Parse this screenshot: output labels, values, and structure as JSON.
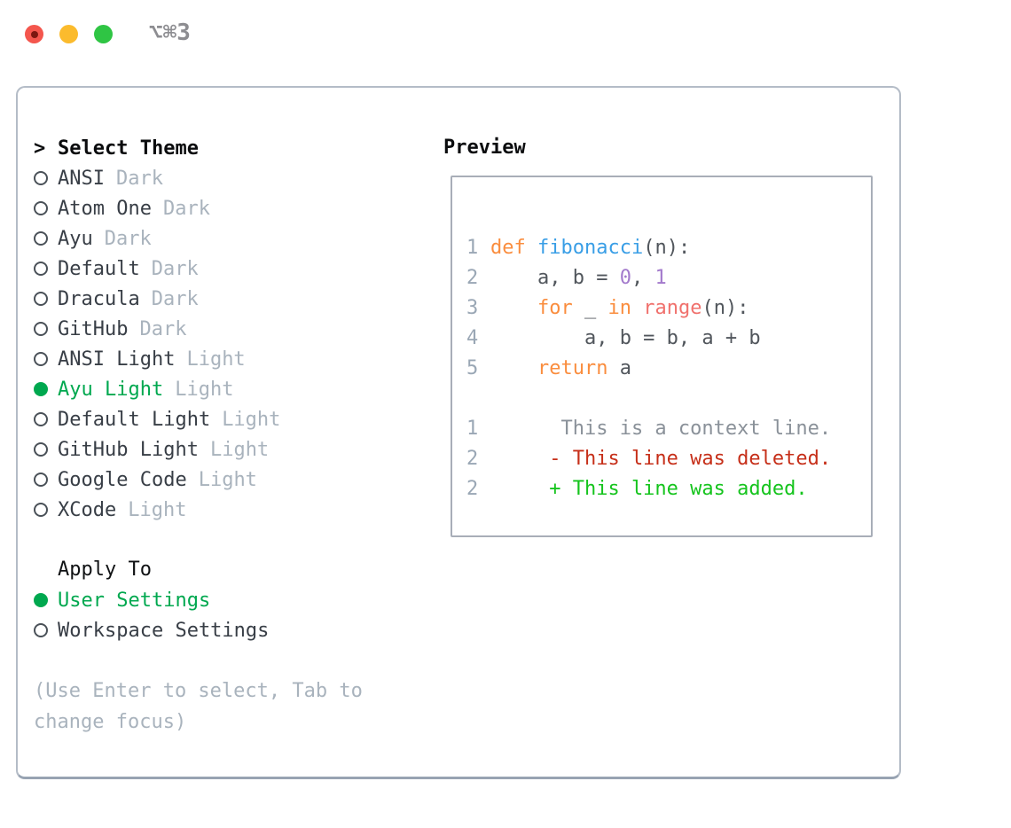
{
  "window": {
    "title": "⌥⌘3"
  },
  "theme_panel": {
    "header_prefix": ">",
    "header_label": "Select Theme",
    "themes": [
      {
        "name": "ANSI",
        "variant": "Dark",
        "selected": false
      },
      {
        "name": "Atom One",
        "variant": "Dark",
        "selected": false
      },
      {
        "name": "Ayu",
        "variant": "Dark",
        "selected": false
      },
      {
        "name": "Default",
        "variant": "Dark",
        "selected": false
      },
      {
        "name": "Dracula",
        "variant": "Dark",
        "selected": false
      },
      {
        "name": "GitHub",
        "variant": "Dark",
        "selected": false
      },
      {
        "name": "ANSI Light",
        "variant": "Light",
        "selected": false
      },
      {
        "name": "Ayu Light",
        "variant": "Light",
        "selected": true
      },
      {
        "name": "Default Light",
        "variant": "Light",
        "selected": false
      },
      {
        "name": "GitHub Light",
        "variant": "Light",
        "selected": false
      },
      {
        "name": "Google Code",
        "variant": "Light",
        "selected": false
      },
      {
        "name": "XCode",
        "variant": "Light",
        "selected": false
      }
    ],
    "apply_to_label": "Apply To",
    "apply_options": [
      {
        "name": "User Settings",
        "selected": true
      },
      {
        "name": "Workspace Settings",
        "selected": false
      }
    ],
    "hint": "(Use Enter to select, Tab to change focus)"
  },
  "preview_panel": {
    "title": "Preview",
    "lines": [
      {
        "num": "",
        "segments": []
      },
      {
        "num": "1",
        "segments": [
          {
            "t": "def ",
            "c": "kw"
          },
          {
            "t": "fibonacci",
            "c": "fn"
          },
          {
            "t": "(n):",
            "c": "fg"
          }
        ]
      },
      {
        "num": "2",
        "segments": [
          {
            "t": "    a, b = ",
            "c": "fg"
          },
          {
            "t": "0",
            "c": "num"
          },
          {
            "t": ", ",
            "c": "fg"
          },
          {
            "t": "1",
            "c": "num"
          }
        ]
      },
      {
        "num": "3",
        "segments": [
          {
            "t": "    ",
            "c": "fg"
          },
          {
            "t": "for",
            "c": "kw"
          },
          {
            "t": " _ ",
            "c": "fg"
          },
          {
            "t": "in",
            "c": "kw"
          },
          {
            "t": " ",
            "c": "fg"
          },
          {
            "t": "range",
            "c": "rng"
          },
          {
            "t": "(n):",
            "c": "fg"
          }
        ]
      },
      {
        "num": "4",
        "segments": [
          {
            "t": "        a, b = b, a + b",
            "c": "fg"
          }
        ]
      },
      {
        "num": "5",
        "segments": [
          {
            "t": "    ",
            "c": "fg"
          },
          {
            "t": "return",
            "c": "kw"
          },
          {
            "t": " a",
            "c": "fg"
          }
        ]
      },
      {
        "num": "",
        "segments": []
      },
      {
        "num": "1",
        "segments": [
          {
            "t": "      This is a context line.",
            "c": "ctx"
          }
        ]
      },
      {
        "num": "2",
        "segments": [
          {
            "t": "     - This line was deleted.",
            "c": "del"
          }
        ]
      },
      {
        "num": "2",
        "segments": [
          {
            "t": "     + This line was added.",
            "c": "add"
          }
        ]
      }
    ]
  },
  "colors": {
    "selected_green": "#00a84f",
    "added_green": "#15c41d",
    "deleted_red": "#c62f19",
    "keyword_orange": "#fa8d3e",
    "function_blue": "#399ee6",
    "number_purple": "#a37acc",
    "range_red": "#f0716d",
    "muted_gray": "#a9b3bd",
    "border_gray": "#b4bcc7"
  }
}
